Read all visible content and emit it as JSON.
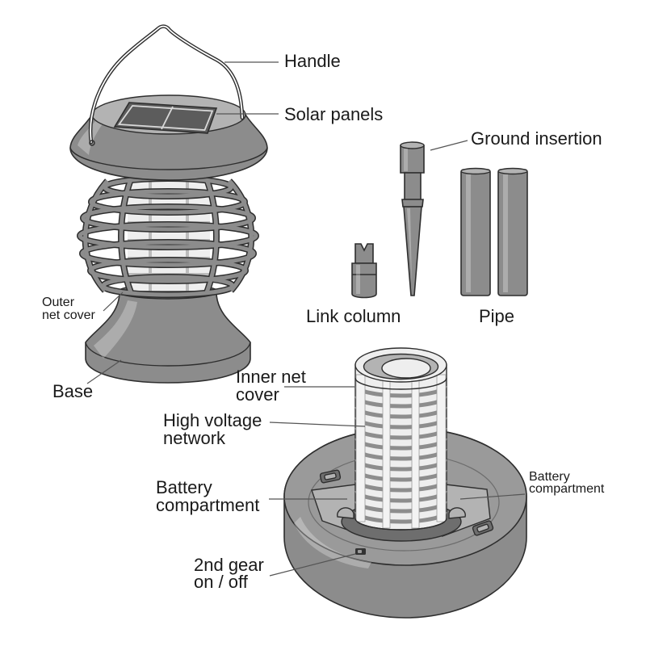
{
  "labels": {
    "handle": "Handle",
    "solar_panels": "Solar panels",
    "ground_insertion": "Ground insertion",
    "link_column": "Link column",
    "pipe": "Pipe",
    "outer_net_cover": [
      "Outer",
      "net cover"
    ],
    "base": "Base",
    "inner_net_cover": [
      "Inner net",
      "cover"
    ],
    "high_voltage_network": [
      "High voltage",
      "network"
    ],
    "battery_compartment_left": [
      "Battery",
      "compartment"
    ],
    "battery_compartment_right": [
      "Battery",
      "compartment"
    ],
    "gear_switch": [
      "2nd gear",
      "on / off"
    ]
  },
  "colors": {
    "body": "#8c8c8c",
    "body_light": "#b3b3b3",
    "body_dark": "#6e6e6e",
    "disk_top": "#9a9a9a",
    "outline": "#2e2e2e",
    "net": "#eeeeee",
    "panel": "#5c5c5c",
    "leader": "#555555",
    "text": "#1a1a1a"
  }
}
